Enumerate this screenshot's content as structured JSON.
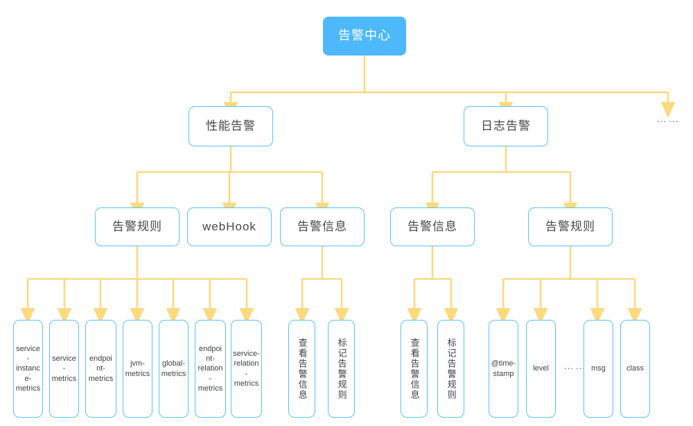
{
  "diagram": {
    "title": "告警中心",
    "edge_color": "#fbd97f",
    "node_border_color": "#5bc0f8",
    "root_fill_color": "#4db8fa",
    "text_color": "#444749",
    "background_color": "#ffffff"
  },
  "nodes": {
    "root": {
      "label": "告警中心"
    },
    "level2": [
      {
        "label": "性能告警"
      },
      {
        "label": "日志告警"
      },
      {
        "label": "……"
      }
    ],
    "level3": [
      {
        "label": "告警规则"
      },
      {
        "label": "webHook"
      },
      {
        "label": "告警信息"
      },
      {
        "label": "告警信息"
      },
      {
        "label": "告警规则"
      }
    ],
    "perf_rule_leaves": [
      {
        "label": "service-instance-metrics"
      },
      {
        "label": "service-metrics"
      },
      {
        "label": "endpoint-metrics"
      },
      {
        "label": "jvm-metrics"
      },
      {
        "label": "global-metrics"
      },
      {
        "label": "endpoint-relation-metrics"
      },
      {
        "label": "service-relation-metrics"
      }
    ],
    "perf_info_leaves": [
      {
        "label": "查看告警信息"
      },
      {
        "label": "标记告警规则"
      }
    ],
    "log_info_leaves": [
      {
        "label": "查看告警信息"
      },
      {
        "label": "标记告警规则"
      }
    ],
    "log_rule_leaves": [
      {
        "label": "@time-stamp"
      },
      {
        "label": "level"
      },
      {
        "label": "msg"
      },
      {
        "label": "class"
      }
    ],
    "log_rule_ellipsis": {
      "label": "……"
    }
  }
}
